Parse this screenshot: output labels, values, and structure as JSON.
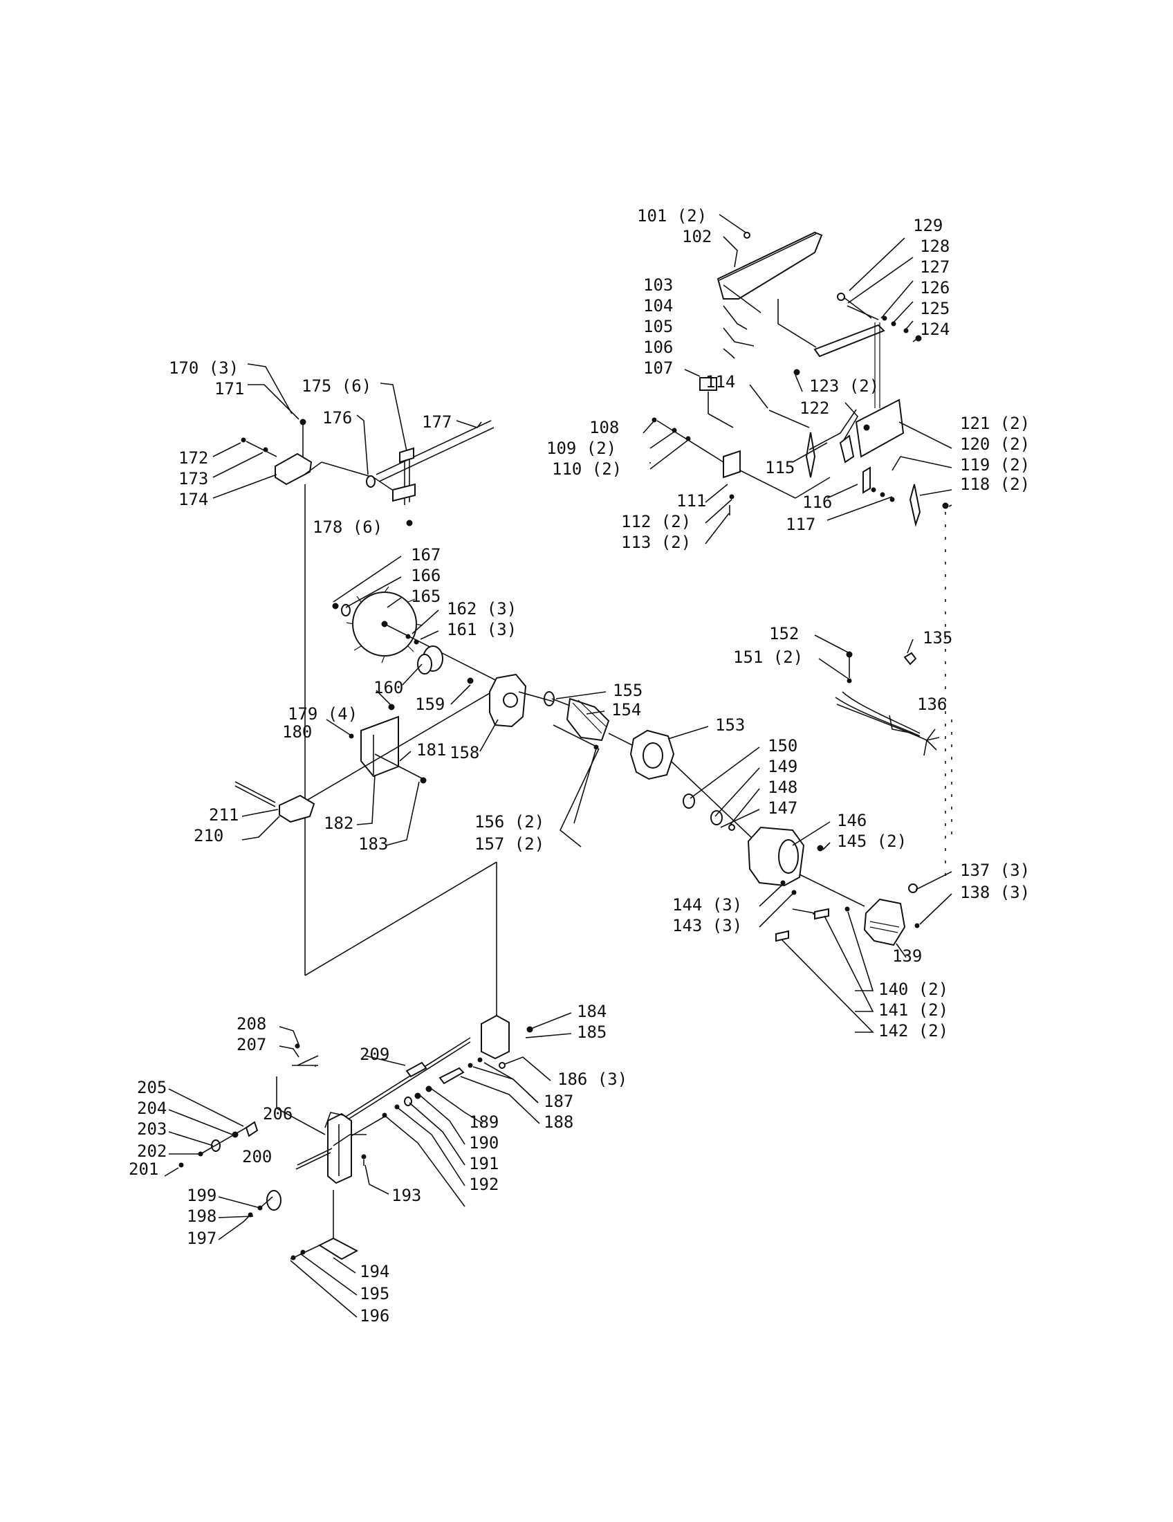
{
  "labels": {
    "p101": "101 (2)",
    "p102": "102",
    "p103": "103",
    "p104": "104",
    "p105": "105",
    "p106": "106",
    "p107": "107",
    "p108": "108",
    "p109": "109 (2)",
    "p110": "110 (2)",
    "p111": "111",
    "p112": "112 (2)",
    "p113": "113 (2)",
    "p114": "114",
    "p115": "115",
    "p116": "116",
    "p117": "117",
    "p118": "118 (2)",
    "p119": "119 (2)",
    "p120": "120 (2)",
    "p121": "121 (2)",
    "p122": "122",
    "p123": "123 (2)",
    "p124": "124",
    "p125": "125",
    "p126": "126",
    "p127": "127",
    "p128": "128",
    "p129": "129",
    "p135": "135",
    "p136": "136",
    "p137": "137 (3)",
    "p138": "138 (3)",
    "p139": "139",
    "p140": "140 (2)",
    "p141": "141 (2)",
    "p142": "142 (2)",
    "p143": "143 (3)",
    "p144": "144 (3)",
    "p145": "145 (2)",
    "p146": "146",
    "p147": "147",
    "p148": "148",
    "p149": "149",
    "p150": "150",
    "p151": "151 (2)",
    "p152": "152",
    "p153": "153",
    "p154": "154",
    "p155": "155",
    "p156": "156 (2)",
    "p157": "157 (2)",
    "p158": "158",
    "p159": "159",
    "p160": "160",
    "p161": "161 (3)",
    "p162": "162 (3)",
    "p165": "165",
    "p166": "166",
    "p167": "167",
    "p170": "170 (3)",
    "p171": "171",
    "p172": "172",
    "p173": "173",
    "p174": "174",
    "p175": "175 (6)",
    "p176": "176",
    "p177": "177",
    "p178": "178 (6)",
    "p179": "179 (4)",
    "p180": "180",
    "p181": "181",
    "p182": "182",
    "p183": "183",
    "p184": "184",
    "p185": "185",
    "p186": "186 (3)",
    "p187": "187",
    "p188": "188",
    "p189": "189",
    "p190": "190",
    "p191": "191",
    "p192": "192",
    "p193": "193",
    "p194": "194",
    "p195": "195",
    "p196": "196",
    "p197": "197",
    "p198": "198",
    "p199": "199",
    "p200": "200",
    "p201": "201",
    "p202": "202",
    "p203": "203",
    "p204": "204",
    "p205": "205",
    "p206": "206",
    "p207": "207",
    "p208": "208",
    "p209": "209",
    "p210": "210",
    "p211": "211"
  },
  "colors": {
    "ink": "#111111",
    "paper": "#ffffff"
  }
}
